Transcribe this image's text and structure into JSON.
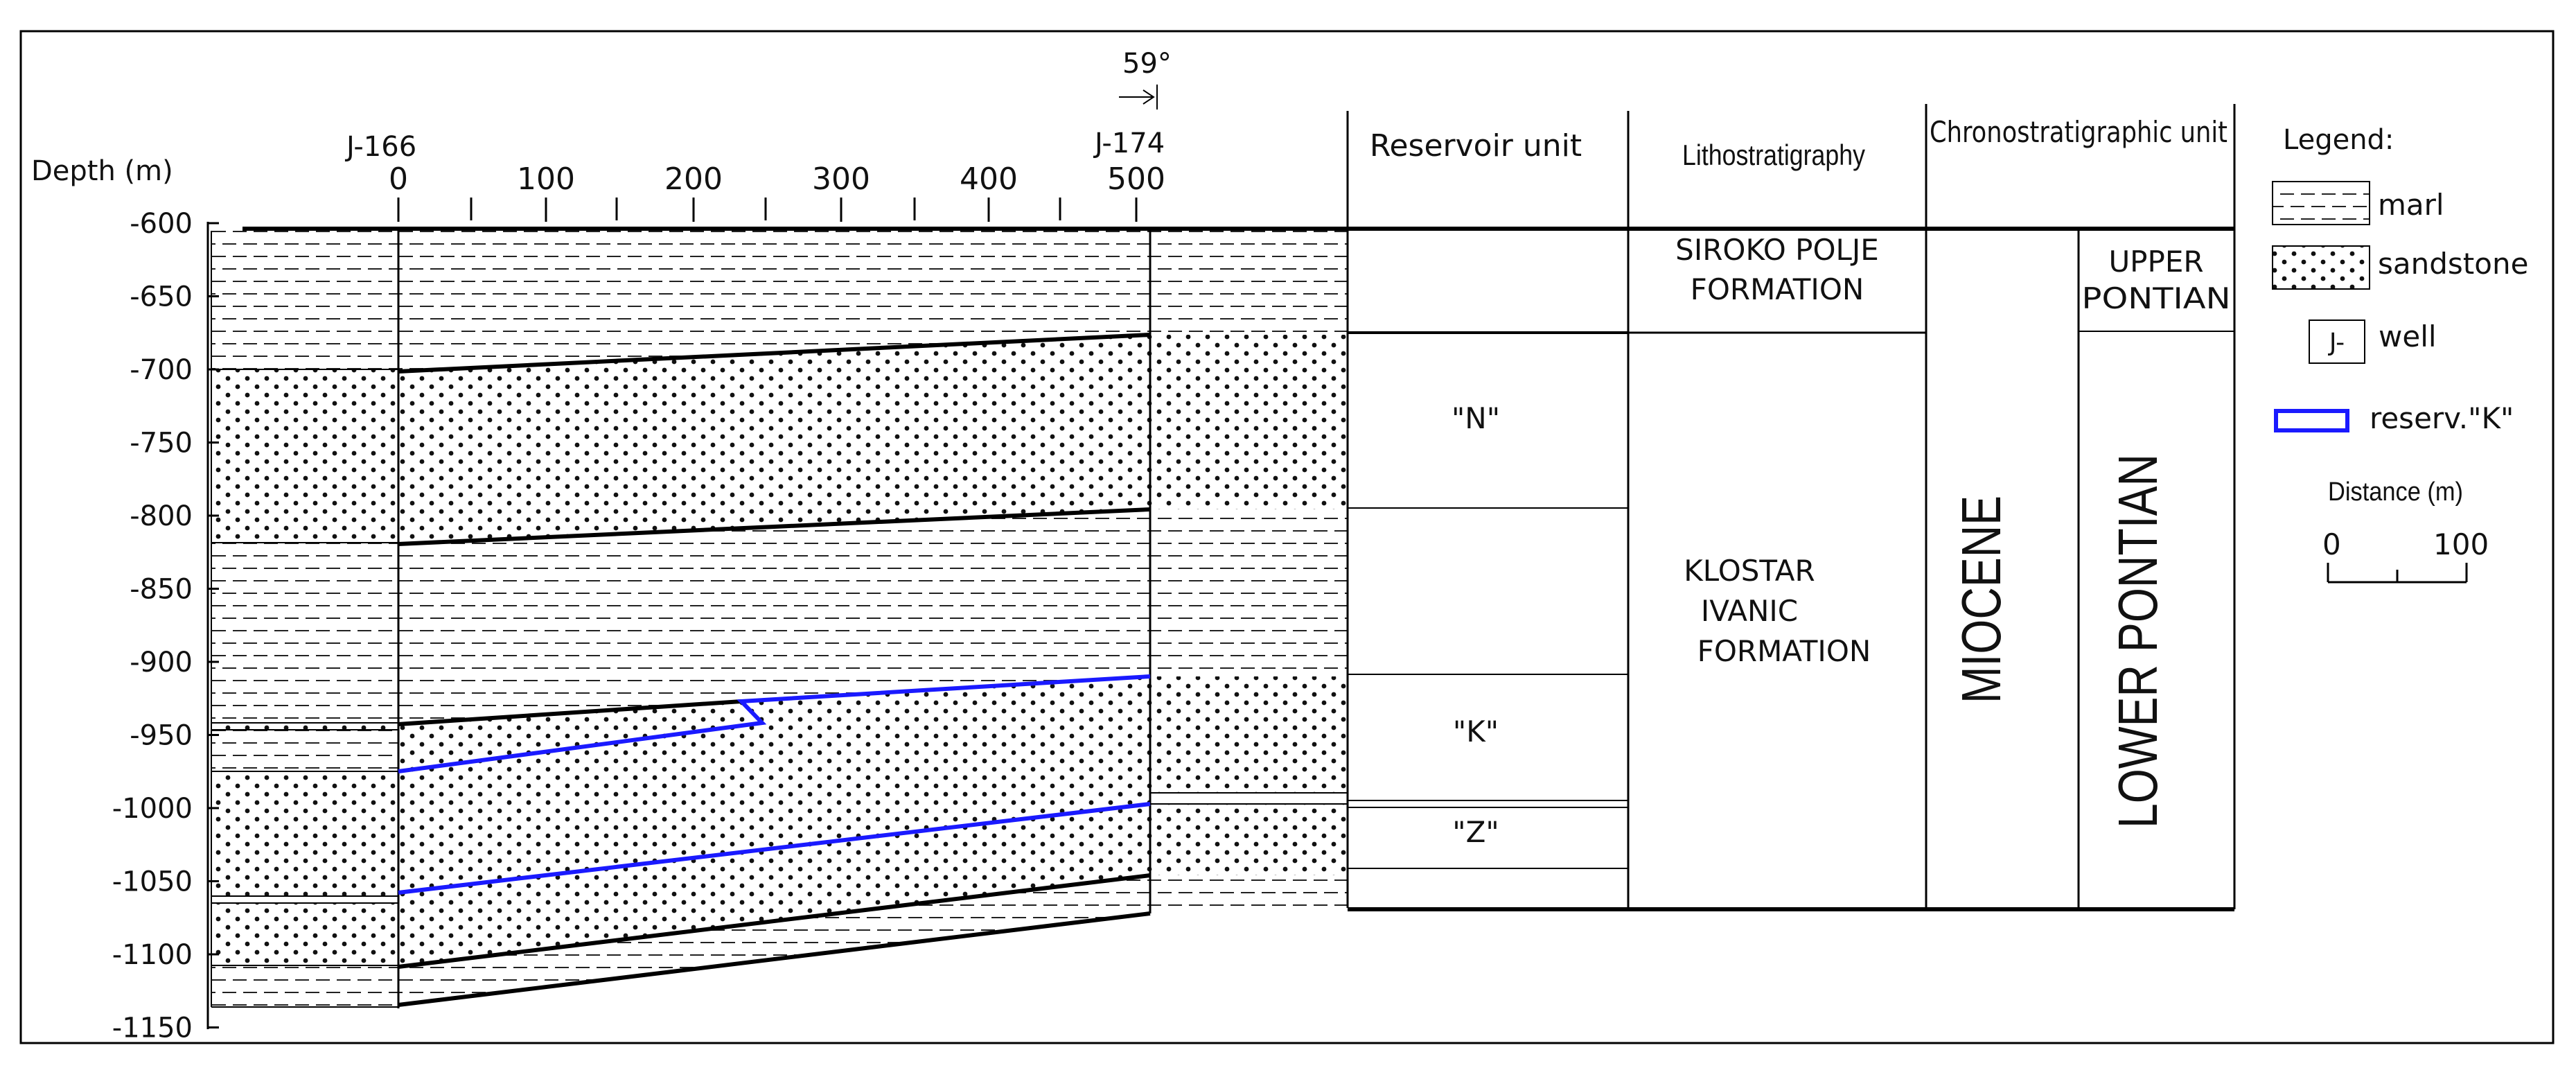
{
  "axis": {
    "depth_label": "Depth (m)",
    "depth_ticks": [
      "-600",
      "-650",
      "-700",
      "-750",
      "-800",
      "-850",
      "-900",
      "-950",
      "-1000",
      "-1050",
      "-1100",
      "-1150"
    ],
    "distance_ticks": [
      "0",
      "100",
      "200",
      "300",
      "400",
      "500"
    ]
  },
  "wells": {
    "left": "J-166",
    "right": "J-174"
  },
  "dip": "59°",
  "columns": {
    "reservoir": "Reservoir unit",
    "litho": "Lithostratigraphy",
    "chrono": "Chronostratigraphic unit"
  },
  "reservoir_units": [
    "\"N\"",
    "\"K\"",
    "\"Z\""
  ],
  "formations": {
    "siroko_line1": "SIROKO POLJE",
    "siroko_line2": "FORMATION",
    "klostar_line1": "KLOSTAR",
    "klostar_line2": "IVANIC",
    "klostar_line3": "FORMATION"
  },
  "chrono": {
    "epoch": "MIOCENE",
    "upper_line1": "UPPER",
    "upper_line2": "PONTIAN",
    "lower": "LOWER PONTIAN"
  },
  "legend": {
    "title": "Legend:",
    "marl": "marl",
    "sandstone": "sandstone",
    "well_symbol": "J-",
    "well": "well",
    "reservoir_k": "reserv.\"K\"",
    "distance_title": "Distance (m)",
    "scale_start": "0",
    "scale_end": "100"
  },
  "colors": {
    "reservoir_outline": "#1a1aff",
    "line": "#000000"
  }
}
